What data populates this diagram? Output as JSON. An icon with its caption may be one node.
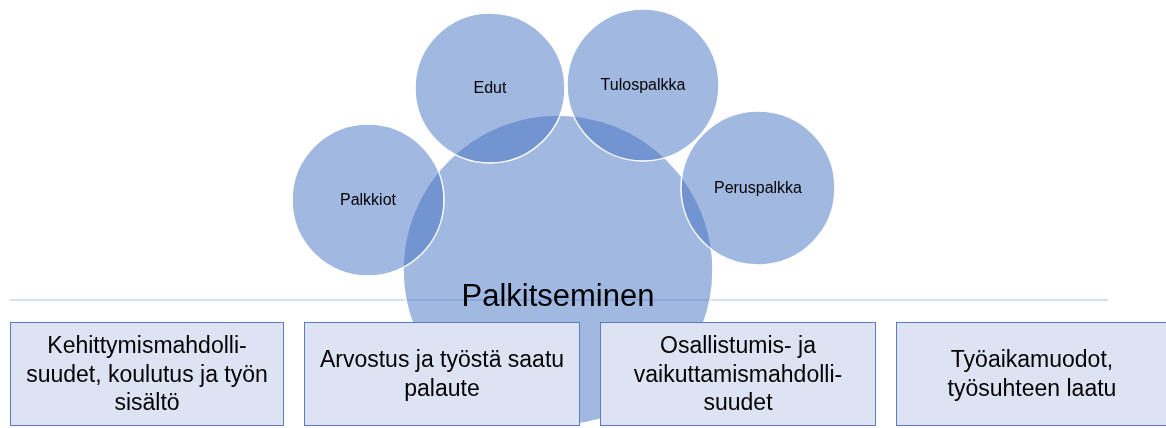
{
  "diagram": {
    "nodes": [
      {
        "text": [
          "Palkitseminen"
        ]
      },
      {
        "text": [
          "Edut"
        ]
      },
      {
        "text": [
          "Tulospalkka"
        ]
      },
      {
        "text": [
          "Palkkiot"
        ]
      },
      {
        "text": [
          "Peruspalkka"
        ]
      },
      {
        "text": [
          "Kehittymismahdolli- suudet, koulutus ja työn sisältö"
        ]
      },
      {
        "text": [
          "Arvostus ja työstä saatu palaute"
        ]
      },
      {
        "text": [
          "Osallistumis- ja vaikuttamismahdolli- suudet"
        ]
      },
      {
        "text": [
          "Työaikamuodot, työsuhteen laatu"
        ]
      }
    ],
    "edges": []
  }
}
